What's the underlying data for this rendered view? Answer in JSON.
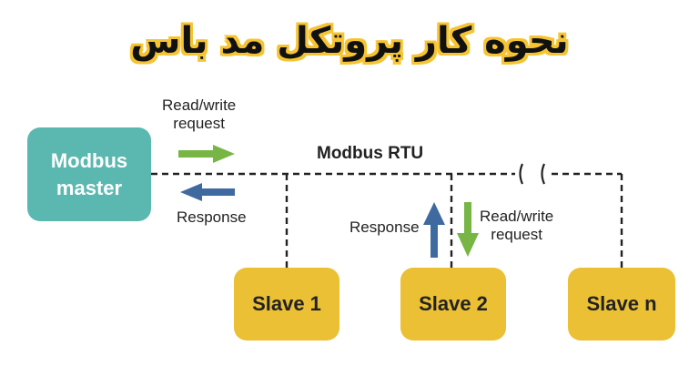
{
  "title": "نحوه کار پروتکل مد باس",
  "bus_label": "Modbus RTU",
  "master": {
    "label": "Modbus\nmaster"
  },
  "master_request_label": "Read/write\nrequest",
  "master_response_label": "Response",
  "slave2_response_label": "Response",
  "slave2_request_label": "Read/write\nrequest",
  "slaves": [
    {
      "label": "Slave 1"
    },
    {
      "label": "Slave 2"
    },
    {
      "label": "Slave n"
    }
  ],
  "colors": {
    "master": "#5bb8b0",
    "slave": "#ecc034",
    "request_arrow": "#77b545",
    "response_arrow": "#3f6aa0",
    "title_outline": "#f6c430"
  }
}
